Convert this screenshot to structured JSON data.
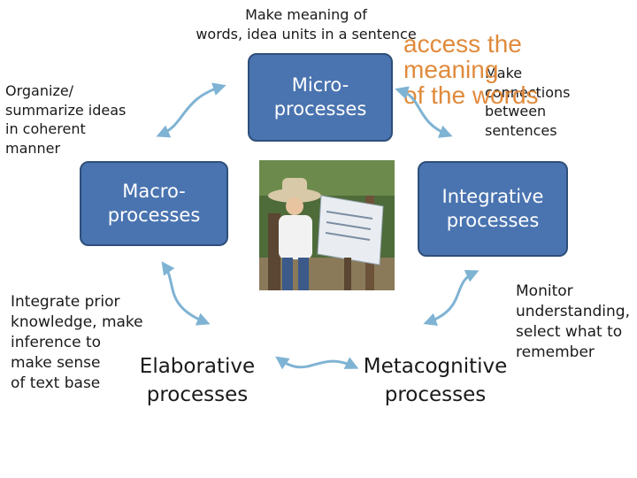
{
  "colors": {
    "box_fill": "#4a74b0",
    "box_border": "#2e4f7a",
    "arrow": "#7fb3d3",
    "overlay_text": "#e08a3c"
  },
  "top_label": "Make meaning of\nwords, idea units in a sentence",
  "overlay_text": "access the\nmeaning\nof the words",
  "labels": {
    "micro_right": "Make\nconnections\nbetween\nsentences",
    "macro_left": "Organize/\nsummarize ideas\nin coherent\nmanner",
    "elaborative_left": "Integrate prior\nknowledge, make\ninference to\nmake sense\nof text base",
    "metacognitive_right": "Monitor\nunderstanding,\nselect what to\nremember"
  },
  "boxes": {
    "micro": "Micro-\nprocesses",
    "macro": "Macro-\nprocesses",
    "integrative": "Integrative\nprocesses"
  },
  "plain": {
    "elaborative": "Elaborative\nprocesses",
    "metacognitive": "Metacognitive\nprocesses"
  },
  "icons": {
    "photo": "child-reading-sign-photo",
    "arrow": "curved-double-arrow-icon"
  }
}
